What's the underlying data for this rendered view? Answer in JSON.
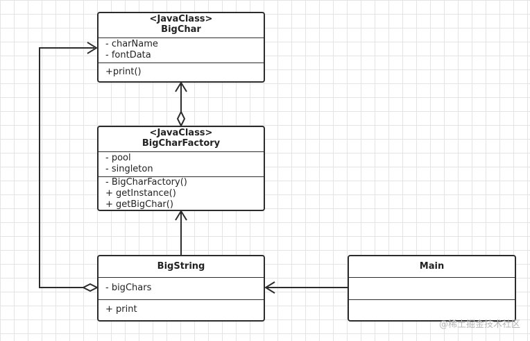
{
  "classes": {
    "bigchar": {
      "stereotype": "<JavaClass>",
      "name": "BigChar",
      "attributes": [
        "- charName",
        "- fontData"
      ],
      "methods": [
        "+print()"
      ]
    },
    "factory": {
      "stereotype": "<JavaClass>",
      "name": "BigCharFactory",
      "attributes": [
        "- pool",
        "- singleton"
      ],
      "methods": [
        "- BigCharFactory()",
        "+ getInstance()",
        "+ getBigChar()"
      ]
    },
    "bigstring": {
      "name": "BigString",
      "attributes": [
        "- bigChars"
      ],
      "methods": [
        "+ print"
      ]
    },
    "main": {
      "name": "Main"
    }
  },
  "watermark": "@稀土掘金技术社区",
  "colors": {
    "line": "#2b2b2b",
    "grid": "#e4e4e4",
    "watermark": "#b8b8b8"
  }
}
